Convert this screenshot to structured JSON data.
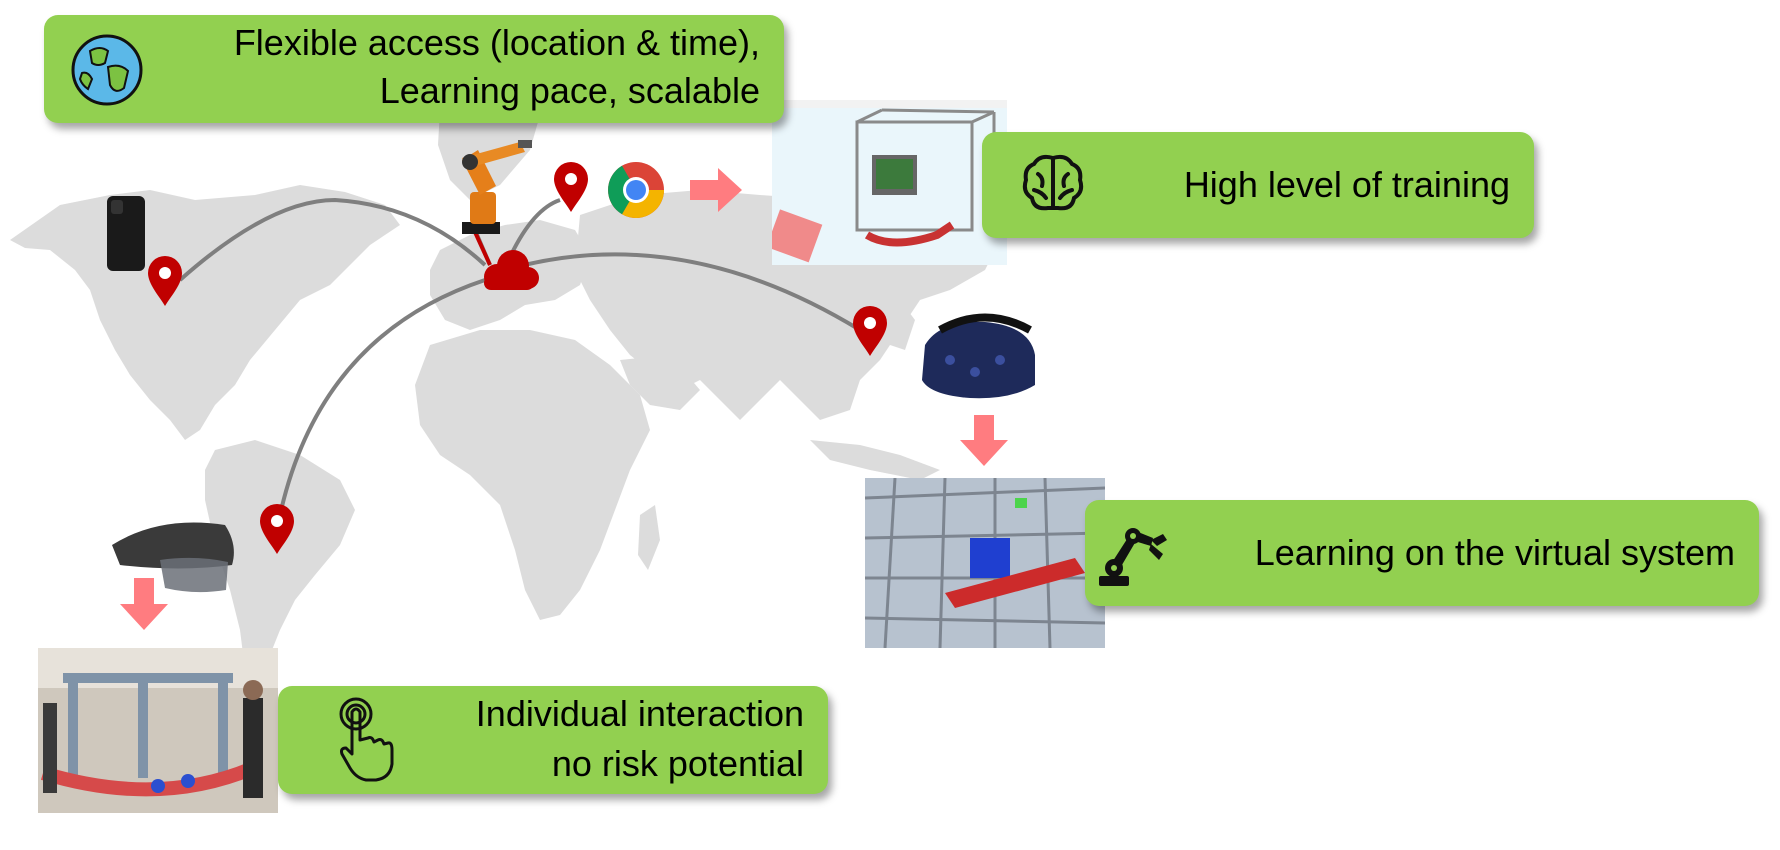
{
  "colors": {
    "box_fill": "#92d050",
    "map_fill": "#d9d9d9",
    "pin": "#c00000",
    "cloud": "#c00000",
    "route": "#808080",
    "arrow": "#ff7c80"
  },
  "boxes": {
    "top": {
      "line1": "Flexible access (location & time),",
      "line2": "Learning pace, scalable",
      "icon": "globe-icon"
    },
    "training": {
      "line1": "High level of training",
      "icon": "brain-icon"
    },
    "virtual": {
      "line1": "Learning on the virtual system",
      "icon": "robot-arm-icon"
    },
    "interaction": {
      "line1": "Individual interaction",
      "line2": "no risk potential",
      "icon": "touch-hand-icon"
    }
  },
  "devices": [
    "smartphone",
    "industrial-robot",
    "chrome-browser",
    "vr-headset",
    "ar-headset"
  ],
  "photos": [
    "virtual-factory-screenshot",
    "vr-conveyor-view",
    "ar-lab-photo"
  ]
}
